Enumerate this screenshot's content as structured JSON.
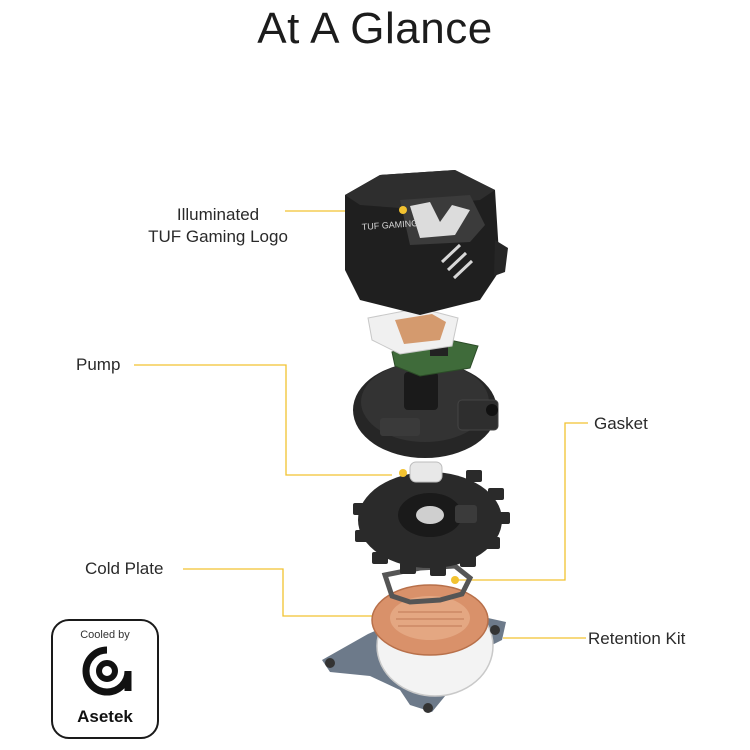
{
  "page": {
    "title": "At A Glance"
  },
  "callouts": {
    "logo_line1": "Illuminated",
    "logo_line2": "TUF Gaming Logo",
    "pump": "Pump",
    "gasket": "Gasket",
    "cold_plate": "Cold Plate",
    "retention_kit": "Retention Kit"
  },
  "product_marks": {
    "cover_text": "TUF GAMING"
  },
  "badge": {
    "top_text": "Cooled by",
    "name": "Asetek"
  },
  "colors": {
    "leader_line": "#f2c230",
    "housing": "#1f1f1f",
    "copper": "#d9916a",
    "background": "#ffffff"
  }
}
